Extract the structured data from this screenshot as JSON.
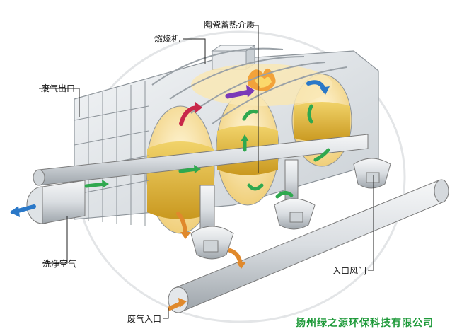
{
  "labels": {
    "ceramic_media": "陶瓷蓄热介质",
    "burner": "燃烧机",
    "exhaust_outlet": "废气出口",
    "clean_air": "洗净空气",
    "inlet_damper": "入口风门",
    "exhaust_inlet": "废气入口"
  },
  "company": "扬州绿之源环保科技有限公司",
  "colors": {
    "company_text": "#1f9a3a",
    "flow_green": "#2fa84f",
    "flow_blue": "#2a78c8",
    "flow_purple": "#7b3ab8",
    "flow_orange": "#e0892c",
    "flow_red": "#c8284a",
    "ceramic_fill": "#e8c24a",
    "chamber_glow": "#f7e3a8",
    "body_gray": "#e9ecef",
    "line_gray": "#7a7a7a"
  },
  "icons": {
    "flame": "flame-icon"
  }
}
